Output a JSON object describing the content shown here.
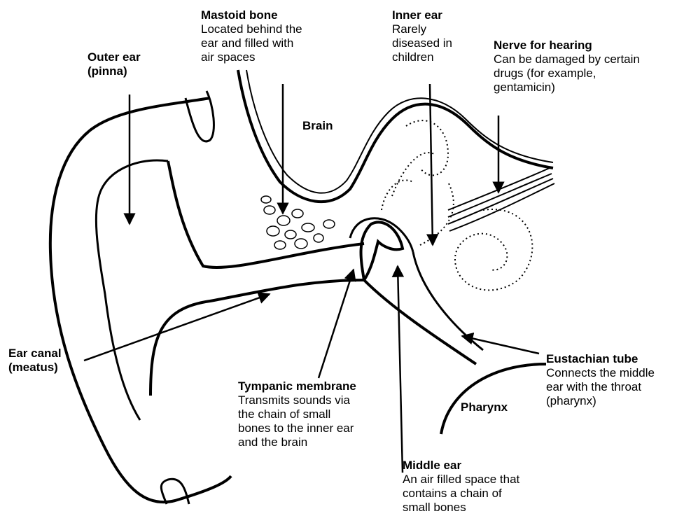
{
  "labels": {
    "mastoid": {
      "title": "Mastoid bone",
      "desc": "Located behind the\near and filled with\nair spaces"
    },
    "outer_ear": {
      "title": "Outer ear\n(pinna)",
      "desc": ""
    },
    "inner_ear": {
      "title": "Inner ear",
      "desc": "Rarely\ndiseased in\nchildren"
    },
    "nerve": {
      "title": "Nerve for hearing",
      "desc": "Can be damaged by certain\ndrugs (for example,\ngentamicin)"
    },
    "brain": {
      "title": "Brain"
    },
    "ear_canal": {
      "title": "Ear canal\n(meatus)"
    },
    "tympanic": {
      "title": "Tympanic membrane",
      "desc": "Transmits sounds via\nthe chain of small\nbones to the inner ear\nand the brain"
    },
    "eustachian": {
      "title": "Eustachian tube",
      "desc": "Connects the middle\near with the throat\n(pharynx)"
    },
    "pharynx": {
      "title": "Pharynx"
    },
    "middle_ear": {
      "title": "Middle ear",
      "desc": "An air filled space that\ncontains a chain of\nsmall bones"
    }
  }
}
